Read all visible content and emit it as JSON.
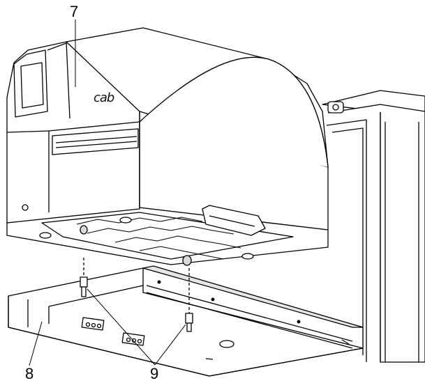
{
  "figure": {
    "callouts": [
      {
        "id": "7",
        "label": "7"
      },
      {
        "id": "8",
        "label": "8"
      },
      {
        "id": "9",
        "label": "9"
      }
    ],
    "brand_logo": "cab",
    "colors": {
      "line": "#000000",
      "fill": "#ffffff",
      "shade": "#d9d9d9"
    }
  }
}
